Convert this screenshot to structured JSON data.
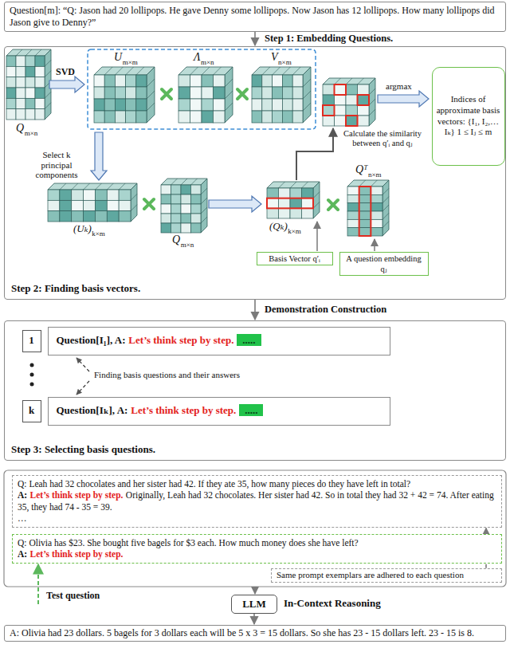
{
  "diagram": {
    "nodes": [
      {
        "text": [
          "Question[m]: “Q: Jason had 20 lollipops. He gave Denny some lollipops. Now Jason has 12 lollipops. How many lollipops did Jason give to Denny?”"
        ]
      },
      {
        "text": [
          "Step 2: Finding basis vectors."
        ]
      },
      {
        "text": [
          "Indices of approximate basis vectors: {I₁, I₂,… Iₖ} 1 ≤ Iⱼ ≤ m"
        ],
        "in": 1
      },
      {
        "text": [
          "Basis Vector q′ᵢ"
        ],
        "in": 1
      },
      {
        "text": [
          "A question embedding qⱼ"
        ],
        "in": 1
      },
      {
        "text": [
          "Step 3: Selecting basis questions."
        ]
      },
      {
        "text": [
          "1"
        ],
        "in": 5
      },
      {
        "text": [
          "Question[I₁], A:",
          "Let’s think step by step.",
          "....."
        ],
        "in": 5
      },
      {
        "text": [
          "k"
        ],
        "in": 5
      },
      {
        "text": [
          "Question[Iₖ], A:",
          "Let’s think step by step.",
          "....."
        ],
        "in": 5
      },
      {
        "text": [
          "Q: Leah had 32 chocolates and her sister had 42. If they ate 35, how many pieces do they have left in total?",
          "A:",
          "Let’s think step by step.",
          "Originally, Leah had 32 chocolates. Her sister had 42. So in total they had 32 + 42 = 74. After eating 35, they had 74 - 35 = 39.",
          "…"
        ]
      },
      {
        "text": [
          "Q: Olivia has $23. She bought five bagels for $3 each. How much money does she have left?",
          "A:",
          "Let’s think step by step."
        ]
      },
      {
        "text": [
          "Same prompt exemplars are adhered to each question"
        ]
      },
      {
        "text": [
          "LLM"
        ]
      },
      {
        "text": [
          "A: Olivia had 23 dollars. 5 bagels for 3 dollars each will be 5 x 3 = 15 dollars. So she has 23 - 15 dollars left. 23 - 15 is 8."
        ]
      }
    ],
    "edges": [
      {
        "from": 0,
        "to": 1,
        "arrow": "to",
        "label": "Step 1: Embedding Questions."
      },
      {
        "from": 1,
        "to": 5,
        "arrow": "to",
        "label": "Demonstration Construction"
      },
      {
        "from": 12,
        "to": 10,
        "arrow": "to"
      },
      {
        "from": 13,
        "to": 14,
        "arrow": "to"
      }
    ],
    "labels": [
      "SVD",
      "U",
      "m×m",
      "Λ",
      "m×n",
      "V",
      "n×m",
      "Q",
      "m×n",
      "Select k principal components",
      "(Uₖ)",
      "k×m",
      "Q",
      "m×n",
      "(Qₖ)",
      "k×m",
      "Qᵀ",
      "n×m",
      "Calculate the similarity between q′ᵢ and qⱼ",
      "argmax",
      "Finding basis questions and their answers",
      "Test question",
      "In-Context Reasoning"
    ]
  }
}
